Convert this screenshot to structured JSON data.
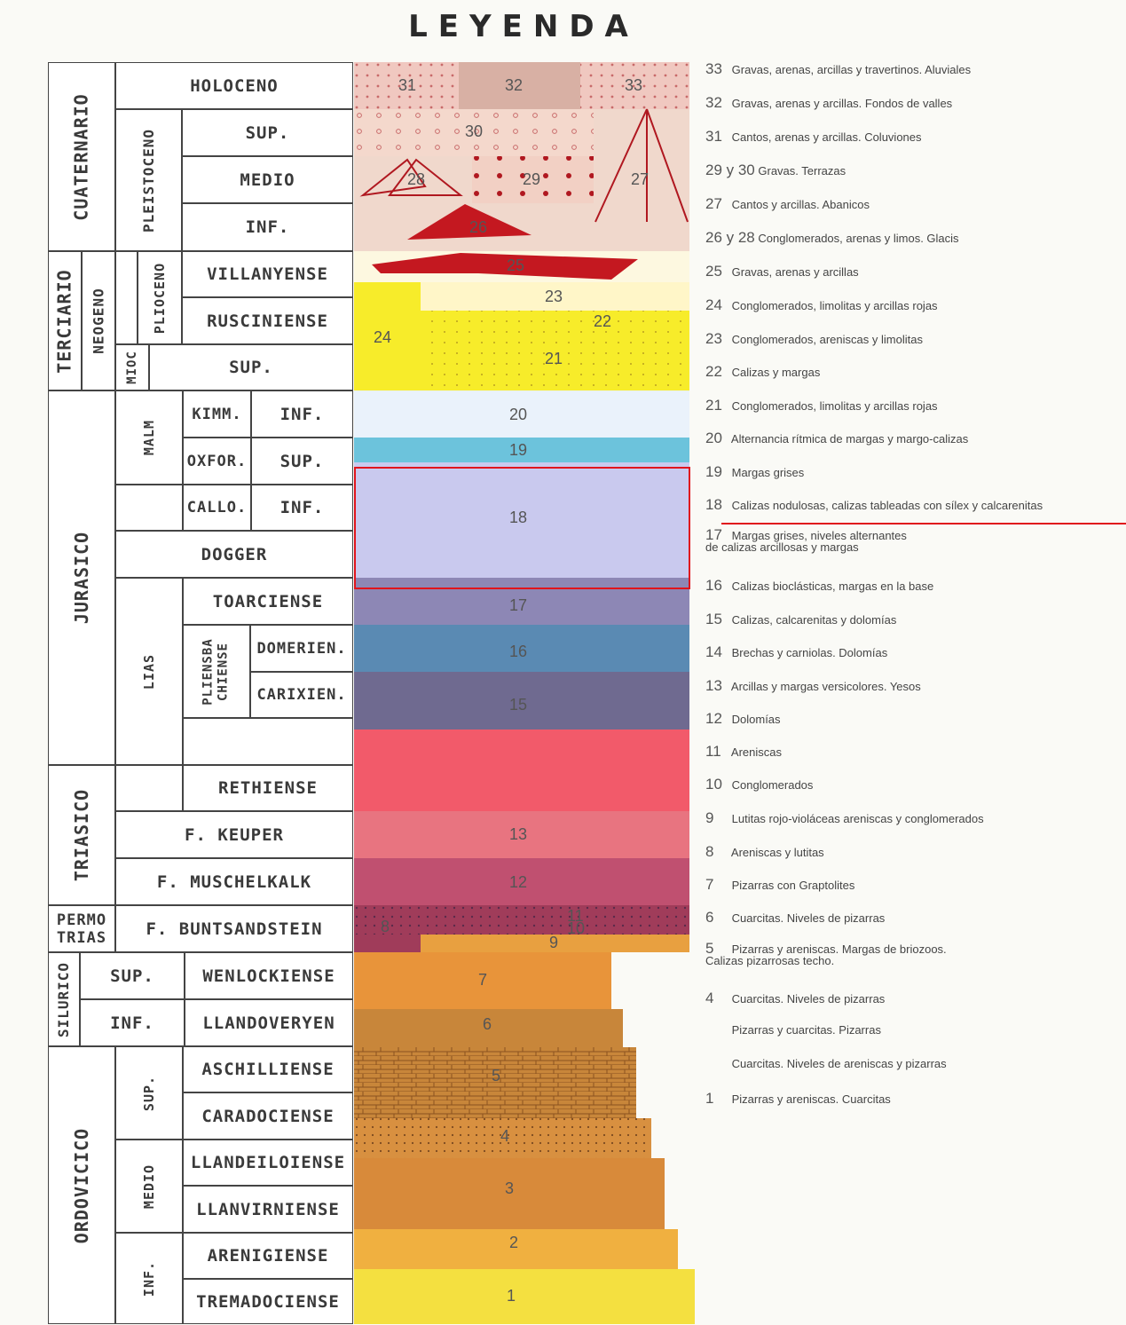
{
  "title": "LEYENDA",
  "chrono": {
    "era": [
      "CUATERNARIO",
      "TERCIARIO",
      "JURASICO",
      "TRIASICO",
      "PERMO TRIAS",
      "SILURICO",
      "ORDOVICICO"
    ],
    "sub": [
      "PLEISTOCENO",
      "NEOGENO",
      "PLIOCENO",
      "MIOC",
      "MALM",
      "LIAS",
      "PLIENSBA CHIENSE"
    ],
    "stage": [
      "HOLOCENO",
      "SUP.",
      "MEDIO",
      "INF.",
      "VILLANYENSE",
      "RUSCINIENSE",
      "SUP.",
      "KIMM.",
      "INF.",
      "OXFOR.",
      "SUP.",
      "CALLO.",
      "INF.",
      "DOGGER",
      "TOARCIENSE",
      "DOMERIEN.",
      "CARIXIEN.",
      "RETHIENSE",
      "F. KEUPER",
      "F. MUSCHELKALK",
      "F. BUNTSANDSTEIN",
      "SUP.",
      "WENLOCKIENSE",
      "INF.",
      "LLANDOVERYEN",
      "SUP.",
      "ASCHILLIENSE",
      "CARADOCIENSE",
      "MEDIO",
      "LLANDEILOIENSE",
      "LLANVIRNIENSE",
      "INF.",
      "ARENIGIENSE",
      "TREMADOCIENSE"
    ]
  },
  "units": [
    "33",
    "32",
    "31",
    "30",
    "29",
    "28",
    "27",
    "26",
    "25",
    "24",
    "23",
    "22",
    "21",
    "20",
    "19",
    "18",
    "17",
    "16",
    "15",
    "13",
    "12",
    "11",
    "10",
    "9",
    "8",
    "7",
    "6",
    "5",
    "4",
    "3",
    "2",
    "1"
  ],
  "legend": [
    {
      "n": "33",
      "t": "Gravas, arenas, arcillas y travertinos. Aluviales"
    },
    {
      "n": "32",
      "t": "Gravas, arenas y arcillas. Fondos de valles"
    },
    {
      "n": "31",
      "t": "Cantos, arenas y arcillas. Coluviones"
    },
    {
      "n": "29 y 30",
      "t": "Gravas. Terrazas"
    },
    {
      "n": "27",
      "t": "Cantos y arcillas. Abanicos"
    },
    {
      "n": "26 y 28",
      "t": "Conglomerados, arenas y limos. Glacis"
    },
    {
      "n": "25",
      "t": "Gravas, arenas y arcillas"
    },
    {
      "n": "24",
      "t": "Conglomerados, limolitas y arcillas rojas"
    },
    {
      "n": "23",
      "t": "Conglomerados, areniscas y limolitas"
    },
    {
      "n": "22",
      "t": "Calizas y margas"
    },
    {
      "n": "21",
      "t": "Conglomerados, limolitas y arcillas rojas"
    },
    {
      "n": "20",
      "t": "Alternancia rítmica de margas y margo-calizas"
    },
    {
      "n": "19",
      "t": "Margas grises"
    },
    {
      "n": "18",
      "t": "Calizas nodulosas, calizas tableadas con sílex y calcarenitas"
    },
    {
      "n": "17",
      "t": "Margas grises, niveles alternantes\nde calizas arcillosas y margas"
    },
    {
      "n": "16",
      "t": "Calizas bioclásticas, margas en la base"
    },
    {
      "n": "15",
      "t": "Calizas, calcarenitas y dolomías"
    },
    {
      "n": "14",
      "t": "Brechas y carniolas. Dolomías"
    },
    {
      "n": "13",
      "t": "Arcillas y margas versicolores. Yesos"
    },
    {
      "n": "12",
      "t": "Dolomías"
    },
    {
      "n": "11",
      "t": "Areniscas"
    },
    {
      "n": "10",
      "t": "Conglomerados"
    },
    {
      "n": "9",
      "t": "Lutitas rojo-violáceas areniscas y conglomerados"
    },
    {
      "n": "8",
      "t": "Areniscas y lutitas"
    },
    {
      "n": "7",
      "t": "Pizarras con Graptolites"
    },
    {
      "n": "6",
      "t": "Cuarcitas. Niveles de pizarras"
    },
    {
      "n": "5",
      "t": "Pizarras y areniscas. Margas de briozoos.\nCalizas pizarrosas techo."
    },
    {
      "n": "4",
      "t": "Cuarcitas. Niveles de pizarras"
    },
    {
      "n": "",
      "t": "Pizarras y cuarcitas. Pizarras"
    },
    {
      "n": "",
      "t": "Cuarcitas. Niveles de areniscas y pizarras"
    },
    {
      "n": "1",
      "t": "Pizarras y areniscas. Cuarcitas"
    }
  ],
  "colors": {
    "highlight": "#e0141c",
    "cuaternario": "#f0d8cc",
    "neogeno_yellow": "#f7ec2a",
    "jur_20": "#eaf2fb",
    "jur_19": "#6cc3dc",
    "jur_18": "#c9c9ee",
    "lias_17": "#8d87b5",
    "lias_16": "#5a8ab3",
    "lias_15": "#6f6a90",
    "trias_red": "#f25a6a",
    "ordovician_orange": "#e8943a"
  }
}
